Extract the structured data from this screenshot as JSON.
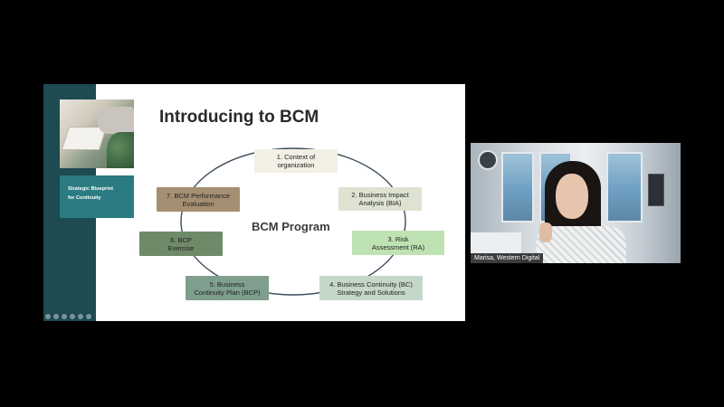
{
  "slide": {
    "title": "Introducing to BCM",
    "left_card": [
      "Strategic Blueprint",
      "for Continuity"
    ],
    "center_label": "BCM Program",
    "nodes": [
      {
        "lines": [
          "1. Context of",
          "organization"
        ],
        "color": "#f2efe4"
      },
      {
        "lines": [
          "2. Business Impact",
          "Analysis (BIA)"
        ],
        "color": "#dde3d0"
      },
      {
        "lines": [
          "3. Risk",
          "Assessment (RA)"
        ],
        "color": "#bfe2b3"
      },
      {
        "lines": [
          "4. Business Continuity (BC)",
          "Strategy and Solutions"
        ],
        "color": "#c5d7c8"
      },
      {
        "lines": [
          "5. Business",
          "Continuity Plan (BCP)"
        ],
        "color": "#7f9e8e"
      },
      {
        "lines": [
          "6. BCP",
          "Exercise"
        ],
        "color": "#6f8a68"
      },
      {
        "lines": [
          "7. BCM Performance",
          "Evaluation"
        ],
        "color": "#a48f72"
      }
    ]
  },
  "video": {
    "participant_name": "Marisa, Western Digital"
  },
  "icons": {
    "toolbar": [
      "prev-icon",
      "pointer-icon",
      "pen-icon",
      "grid-icon",
      "zoom-icon",
      "more-icon"
    ]
  }
}
